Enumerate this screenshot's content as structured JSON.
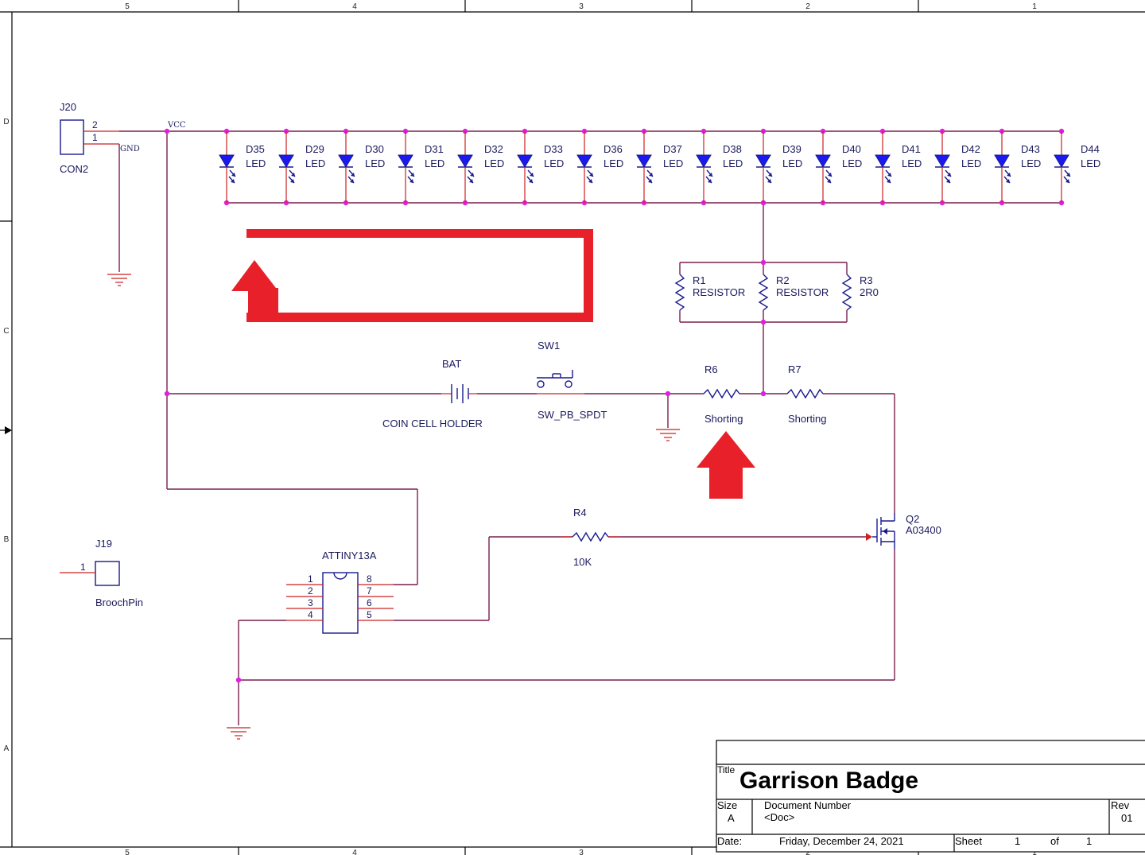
{
  "frame": {
    "col_labels": [
      "5",
      "4",
      "3",
      "2",
      "1"
    ],
    "row_labels": [
      "D",
      "C",
      "B",
      "A"
    ]
  },
  "connectors": {
    "j20": {
      "ref": "J20",
      "value": "CON2",
      "pin_top": "2",
      "pin_bottom": "1"
    },
    "j19": {
      "ref": "J19",
      "value": "BroochPin",
      "pin": "1"
    }
  },
  "nets": {
    "vcc": "VCC",
    "gnd": "GND"
  },
  "leds": [
    {
      "ref": "D35",
      "value": "LED"
    },
    {
      "ref": "D29",
      "value": "LED"
    },
    {
      "ref": "D30",
      "value": "LED"
    },
    {
      "ref": "D31",
      "value": "LED"
    },
    {
      "ref": "D32",
      "value": "LED"
    },
    {
      "ref": "D33",
      "value": "LED"
    },
    {
      "ref": "D36",
      "value": "LED"
    },
    {
      "ref": "D37",
      "value": "LED"
    },
    {
      "ref": "D38",
      "value": "LED"
    },
    {
      "ref": "D39",
      "value": "LED"
    },
    {
      "ref": "D40",
      "value": "LED"
    },
    {
      "ref": "D41",
      "value": "LED"
    },
    {
      "ref": "D42",
      "value": "LED"
    },
    {
      "ref": "D43",
      "value": "LED"
    },
    {
      "ref": "D44",
      "value": "LED"
    }
  ],
  "resistors": {
    "r1": {
      "ref": "R1",
      "value": "RESISTOR"
    },
    "r2": {
      "ref": "R2",
      "value": "RESISTOR"
    },
    "r3": {
      "ref": "R3",
      "value": "2R0"
    },
    "r4": {
      "ref": "R4",
      "value": "10K"
    },
    "r6": {
      "ref": "R6",
      "value": "Shorting"
    },
    "r7": {
      "ref": "R7",
      "value": "Shorting"
    }
  },
  "battery": {
    "ref": "BAT",
    "value": "COIN CELL HOLDER"
  },
  "switch": {
    "ref": "SW1",
    "value": "SW_PB_SPDT"
  },
  "mcu": {
    "ref": "ATTINY13A",
    "pins_left": [
      "1",
      "2",
      "3",
      "4"
    ],
    "pins_right": [
      "8",
      "7",
      "6",
      "5"
    ]
  },
  "mosfet": {
    "ref": "Q2",
    "value": "A03400"
  },
  "title_block": {
    "title_label": "Title",
    "title": "Garrison Badge",
    "size_label": "Size",
    "size": "A",
    "docnum_label": "Document Number",
    "docnum": "<Doc>",
    "rev_label": "Rev",
    "rev": "01",
    "date_label": "Date:",
    "date": "Friday, December 24, 2021",
    "sheet_label": "Sheet",
    "sheet": "1",
    "of_label": "of",
    "of": "1"
  }
}
